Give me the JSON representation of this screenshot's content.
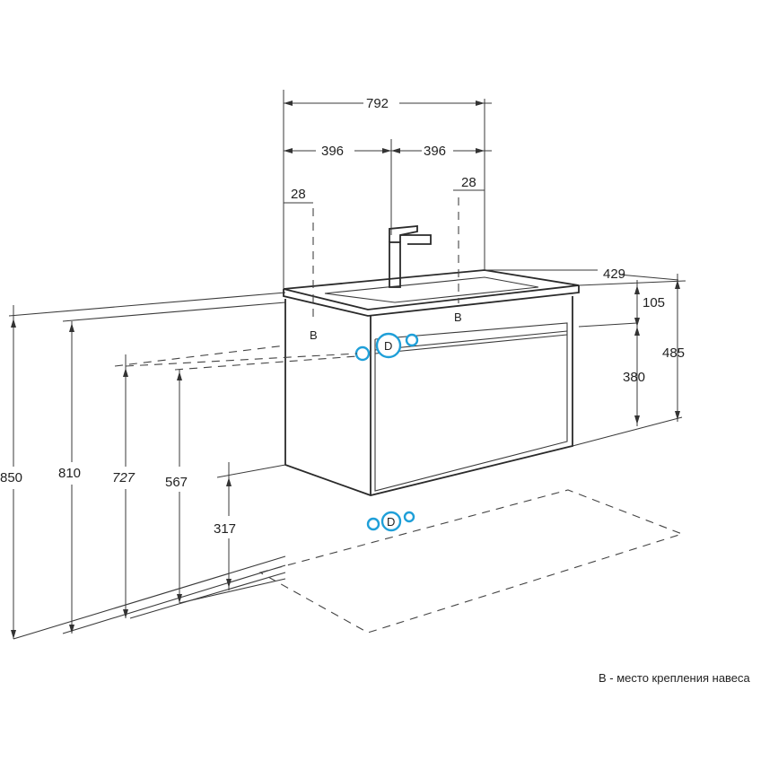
{
  "dimensions": {
    "width_total": "792",
    "half_left": "396",
    "half_right": "396",
    "offset_left": "28",
    "offset_right": "28",
    "depth": "429",
    "top_thickness": "105",
    "front_height": "380",
    "side_height": "485",
    "height_850": "850",
    "height_810": "810",
    "height_727": "727",
    "height_567": "567",
    "height_317": "317"
  },
  "mount_points": {
    "left": "B",
    "right": "B"
  },
  "connectors": {
    "hot_cold_symbol": "D",
    "drain_symbol": "D",
    "color": "#1f9fd8"
  },
  "legend": "B - место крепления навеса"
}
